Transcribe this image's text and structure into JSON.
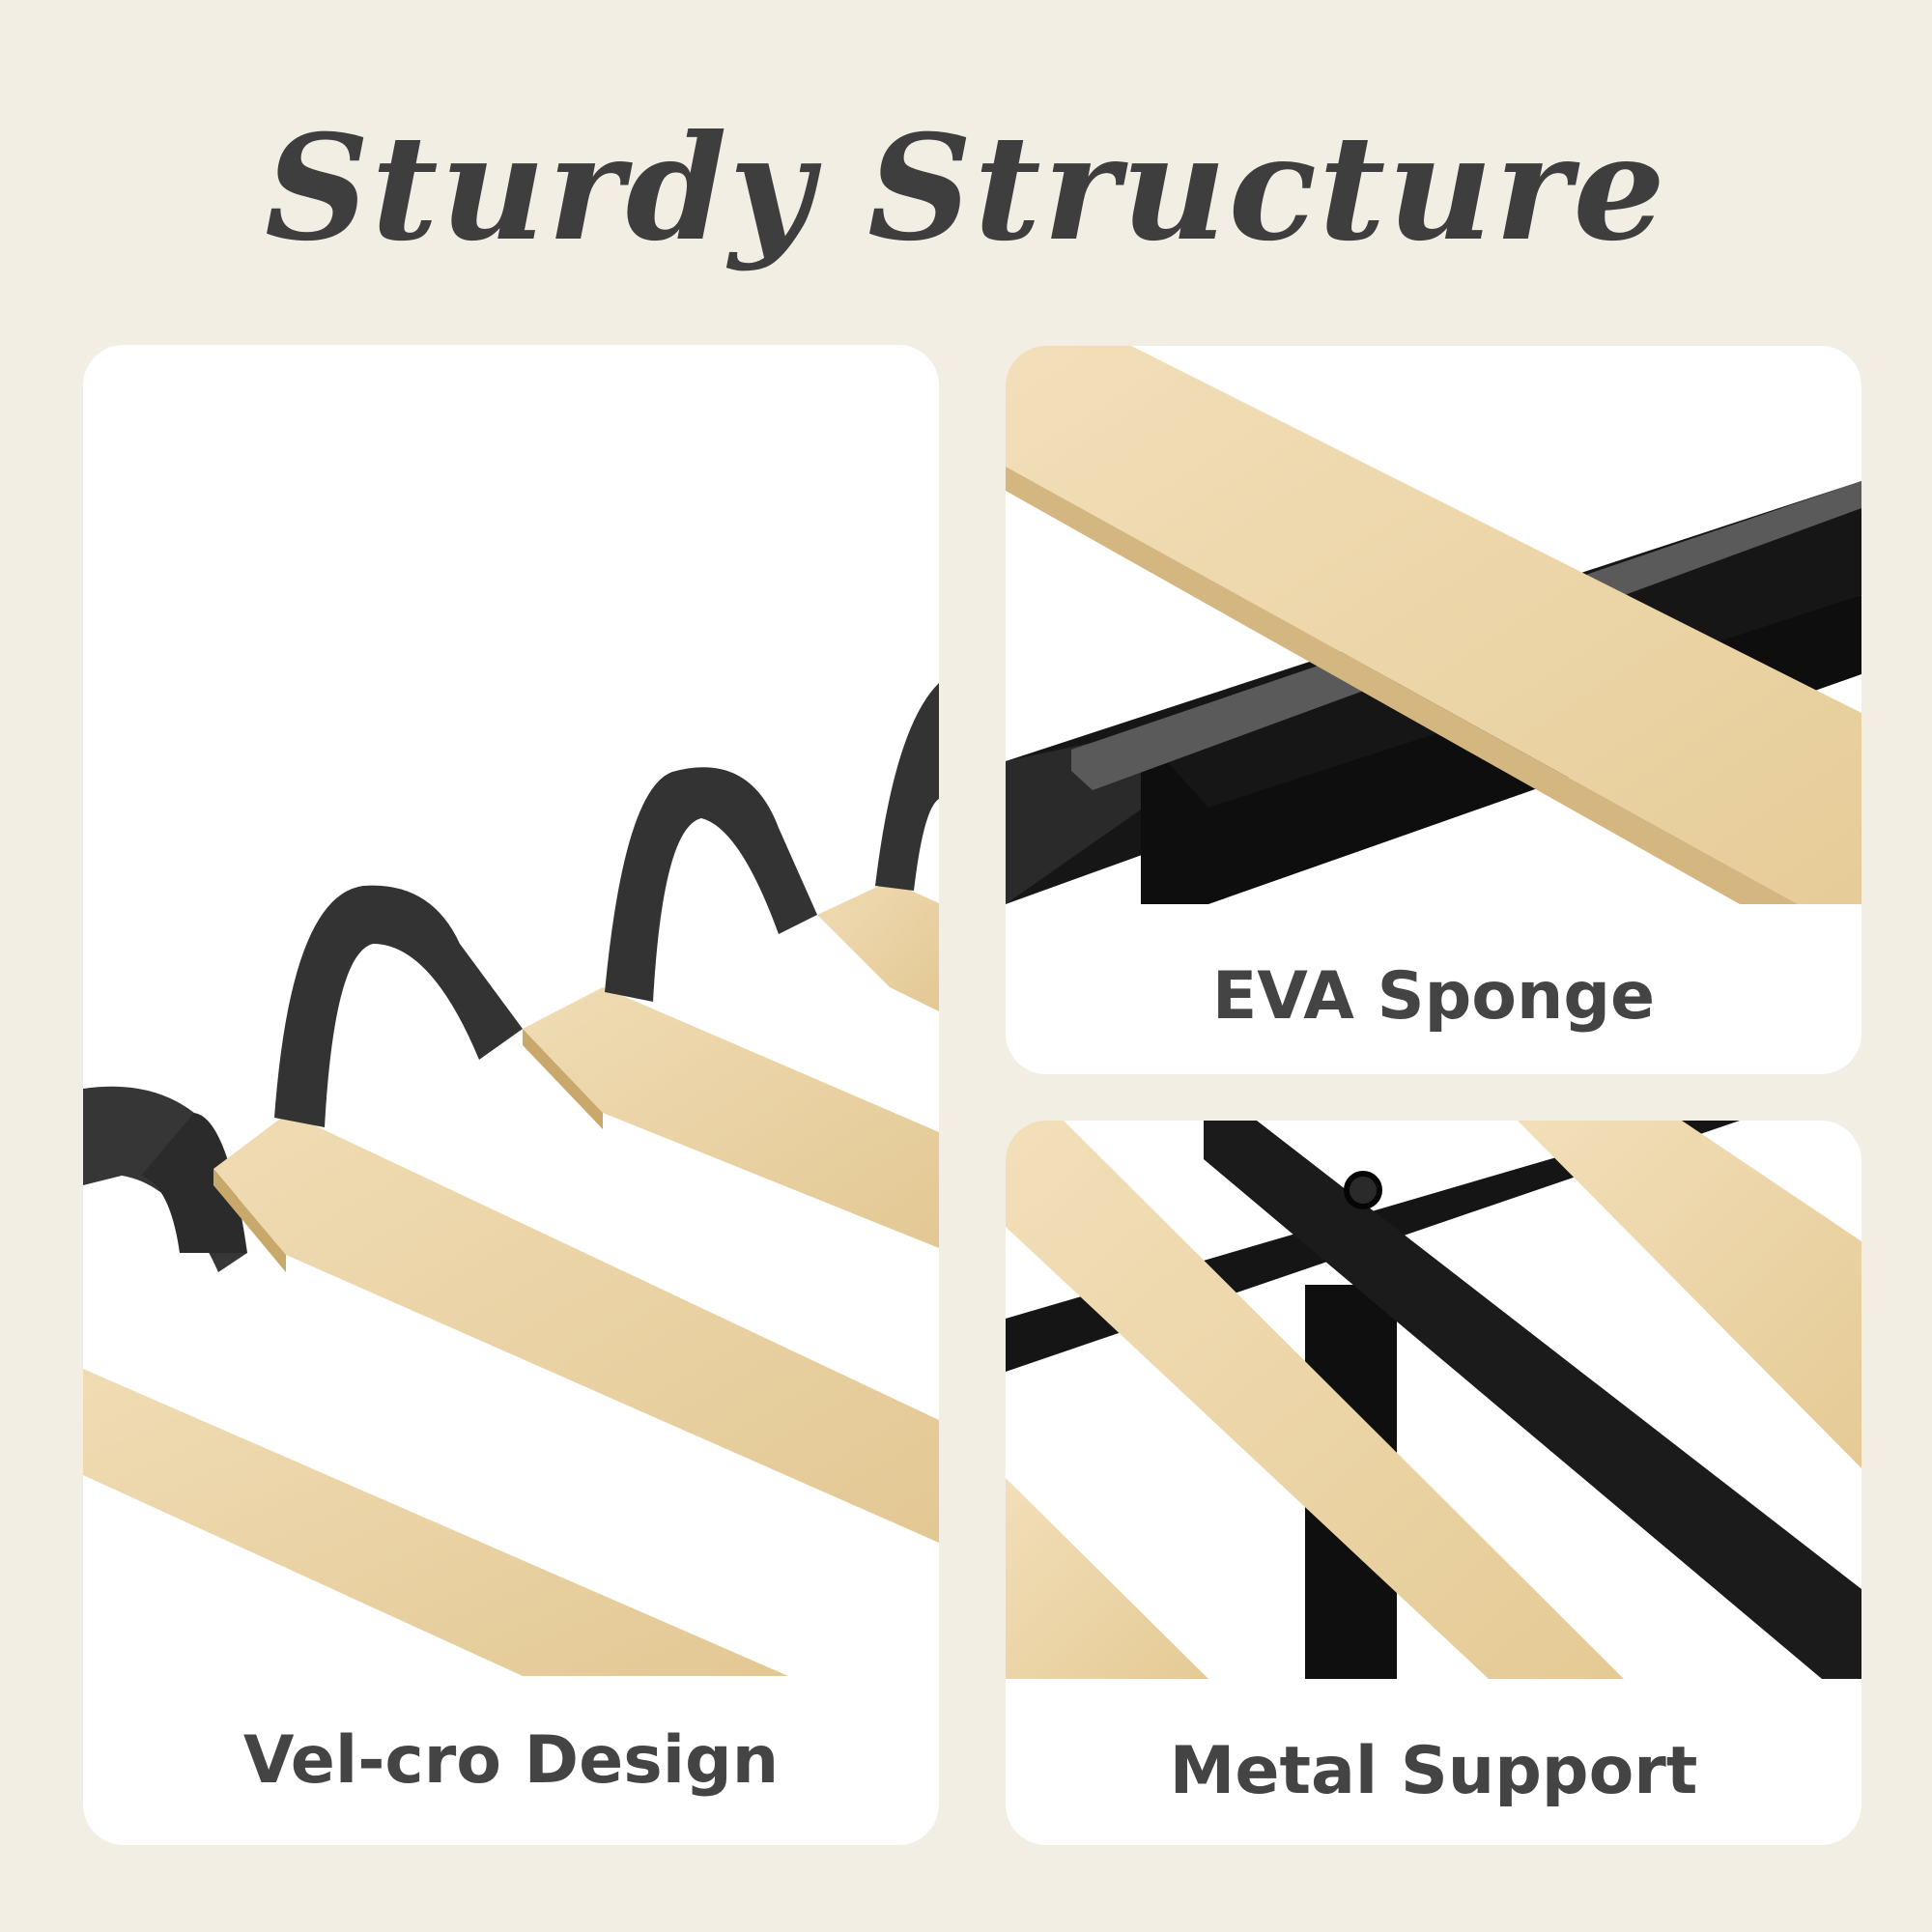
{
  "title": "Sturdy Structure",
  "panels": [
    {
      "caption": "Vel-cro Design"
    },
    {
      "caption": "EVA Sponge"
    },
    {
      "caption": "Metal Support"
    }
  ],
  "colors": {
    "background": "#f2eee3",
    "card": "#ffffff",
    "title_text": "#3e3e3e",
    "caption_text": "#444444",
    "wood": "#e9d2a5",
    "strap": "#3a3a3a",
    "metal": "#111111",
    "sponge": "#575757"
  }
}
